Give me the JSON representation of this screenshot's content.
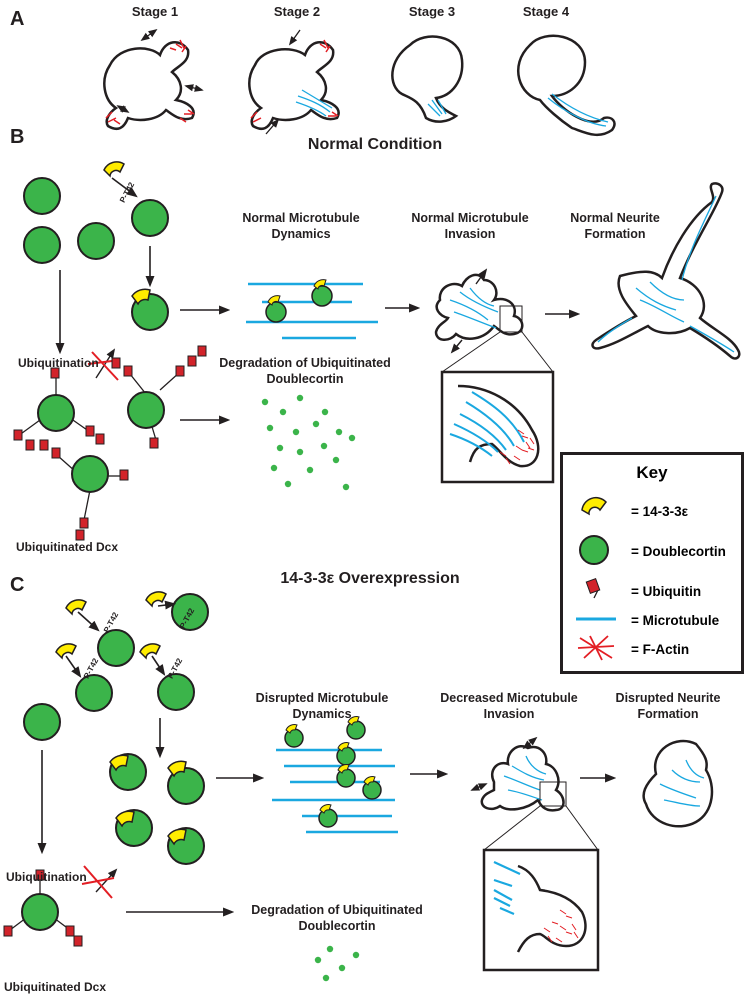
{
  "panels": {
    "a": "A",
    "b": "B",
    "c": "C"
  },
  "stages": [
    "Stage 1",
    "Stage 2",
    "Stage 3",
    "Stage 4"
  ],
  "normal": {
    "heading": "Normal Condition",
    "ptag": "P-T42",
    "col1": "Normal Microtubule Dynamics",
    "col2": "Normal Microtubule Invasion",
    "col3": "Normal Neurite Formation",
    "ubiquitination": "Ubiquitination",
    "degradation": "Degradation of Ubiquitinated Doublecortin",
    "ubiq_dcx": "Ubiquitinated Dcx"
  },
  "overexp": {
    "heading": "14-3-3ε Overexpression",
    "ptag": "P-T42",
    "col1": "Disrupted Microtubule Dynamics",
    "col2": "Decreased Microtubule Invasion",
    "col3": "Disrupted Neurite Formation",
    "ubiquitination": "Ubiquitination",
    "degradation": "Degradation of Ubiquitinated Doublecortin",
    "ubiq_dcx": "Ubiquitinated Dcx"
  },
  "key": {
    "title": "Key",
    "items": [
      "= 14-3-3ε",
      "= Doublecortin",
      "= Ubiquitin",
      "= Microtubule",
      "= F-Actin"
    ]
  },
  "colors": {
    "protein_1433": "#ffec00",
    "doublecortin": "#3bb44a",
    "ubiquitin": "#d2232a",
    "microtubule": "#1aa8e0",
    "factin": "#e31e24",
    "outline": "#231f20"
  }
}
